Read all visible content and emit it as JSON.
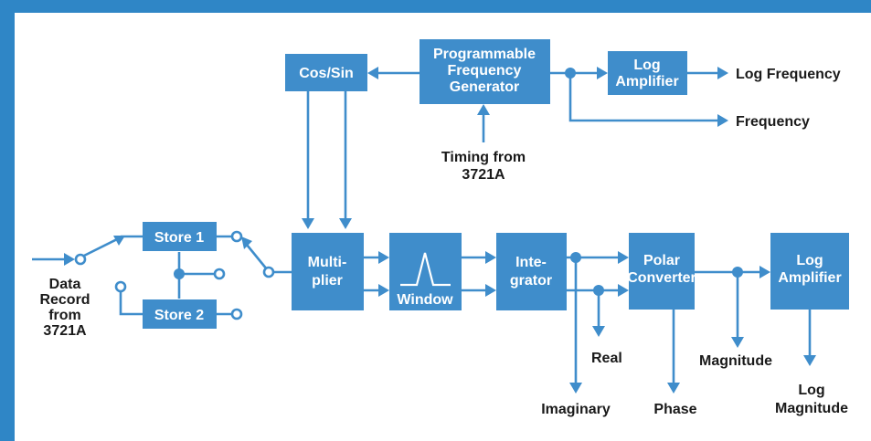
{
  "colors": {
    "frame": "#2f86c6",
    "block": "#3f8dcb",
    "block_text": "#ffffff",
    "label_text": "#1a1a1a"
  },
  "blocks": {
    "cos_sin": [
      "Cos/Sin"
    ],
    "freq_gen": [
      "Programmable",
      "Frequency",
      "Generator"
    ],
    "log_amp_top": [
      "Log",
      "Amplifier"
    ],
    "store1": [
      "Store 1"
    ],
    "store2": [
      "Store 2"
    ],
    "multiplier": [
      "Multi-",
      "plier"
    ],
    "window": [
      "Window"
    ],
    "integrator": [
      "Inte-",
      "grator"
    ],
    "polar": [
      "Polar",
      "Converter"
    ],
    "log_amp_right": [
      "Log",
      "Amplifier"
    ]
  },
  "labels": {
    "log_frequency": [
      "Log Frequency"
    ],
    "frequency": [
      "Frequency"
    ],
    "timing": [
      "Timing from",
      "3721A"
    ],
    "data_record": [
      "Data",
      "Record",
      "from",
      "3721A"
    ],
    "real": [
      "Real"
    ],
    "imaginary": [
      "Imaginary"
    ],
    "phase": [
      "Phase"
    ],
    "magnitude": [
      "Magnitude"
    ],
    "log_magnitude": [
      "Log",
      "Magnitude"
    ]
  }
}
